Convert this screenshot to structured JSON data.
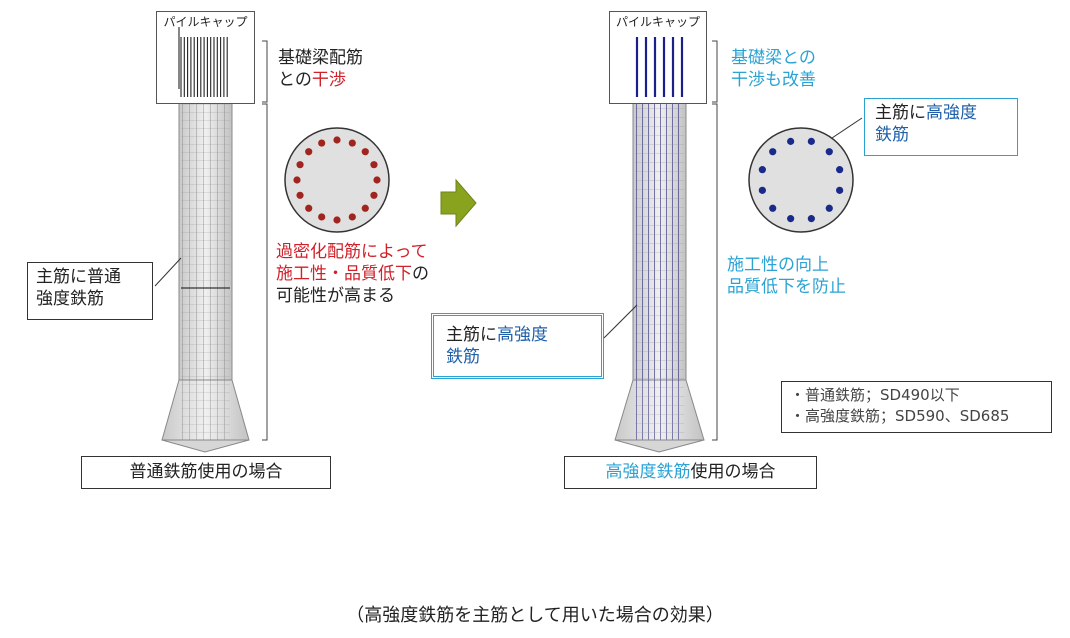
{
  "left": {
    "pile_cap_label": "パイルキャップ",
    "interference_line1": "基礎梁配筋",
    "interference_line2_pre": "との",
    "interference_line2_hl": "干渉",
    "congestion_line1": "過密化配筋によって",
    "congestion_line2_hl": "施工性・品質低下",
    "congestion_line2_post": "の",
    "congestion_line3": "可能性が高まる",
    "rebar_label_line1": "主筋に普通",
    "rebar_label_line2": "強度鉄筋",
    "case_label": "普通鉄筋使用の場合",
    "section_rebar_color": "#a0251e",
    "section_rebar_count": 16
  },
  "right": {
    "pile_cap_label": "パイルキャップ",
    "interference_line1": "基礎梁との",
    "interference_line2": "干渉も改善",
    "improvement_line1": "施工性の向上",
    "improvement_line2": "品質低下を防止",
    "rebar_label_pre": "主筋に",
    "rebar_label_hl": "高強度",
    "rebar_label_line2": "鉄筋",
    "callout_pre": "主筋に",
    "callout_hl": "高強度",
    "callout_line2": "鉄筋",
    "case_label_hl": "高強度鉄筋",
    "case_label_post": "使用の場合",
    "section_rebar_color": "#1a2a8a",
    "section_rebar_count": 12
  },
  "legend": {
    "line1": "・普通鉄筋；SD490以下",
    "line2": "・高強度鉄筋；SD590、SD685"
  },
  "arrow_color": "#8aa31f",
  "caption": "（高強度鉄筋を主筋として用いた場合の効果）"
}
